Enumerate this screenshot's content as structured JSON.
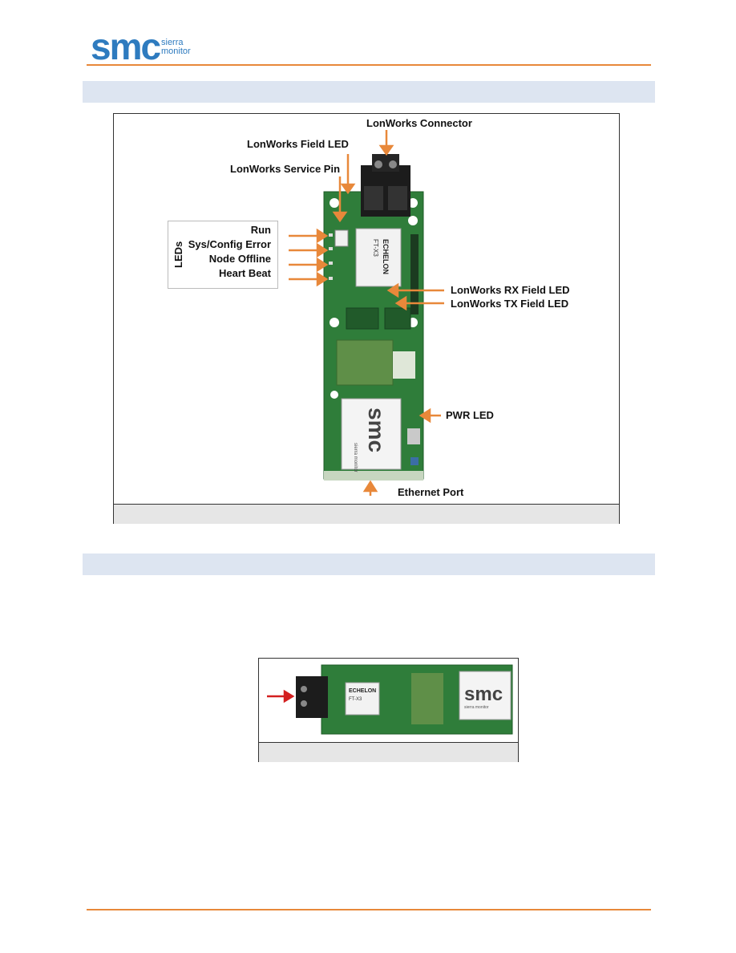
{
  "header": {
    "logo_text": "smc",
    "logo_sub_1": "sierra",
    "logo_sub_2": "monitor",
    "accent_color": "#e8883a",
    "brand_color": "#2e7bbf"
  },
  "figure1": {
    "labels": {
      "lonworks_connector": "LonWorks Connector",
      "lonworks_field_led": "LonWorks Field LED",
      "lonworks_service_pin": "LonWorks Service Pin",
      "leds_title": "LEDs",
      "run": "Run",
      "sys_config_error": "Sys/Config Error",
      "node_offline": "Node Offline",
      "heart_beat": "Heart Beat",
      "rx_field_led": "LonWorks RX Field LED",
      "tx_field_led": "LonWorks TX Field LED",
      "pwr_led": "PWR LED",
      "ethernet_port": "Ethernet Port"
    },
    "board_texts": {
      "echelon": "ECHELON",
      "chip": "FT-X3",
      "brand": "smc",
      "sub": "sierra monitor"
    }
  },
  "figure2": {
    "board_texts": {
      "echelon": "ECHELON",
      "chip": "FT-X3",
      "brand": "smc",
      "sub": "sierra monitor"
    }
  }
}
